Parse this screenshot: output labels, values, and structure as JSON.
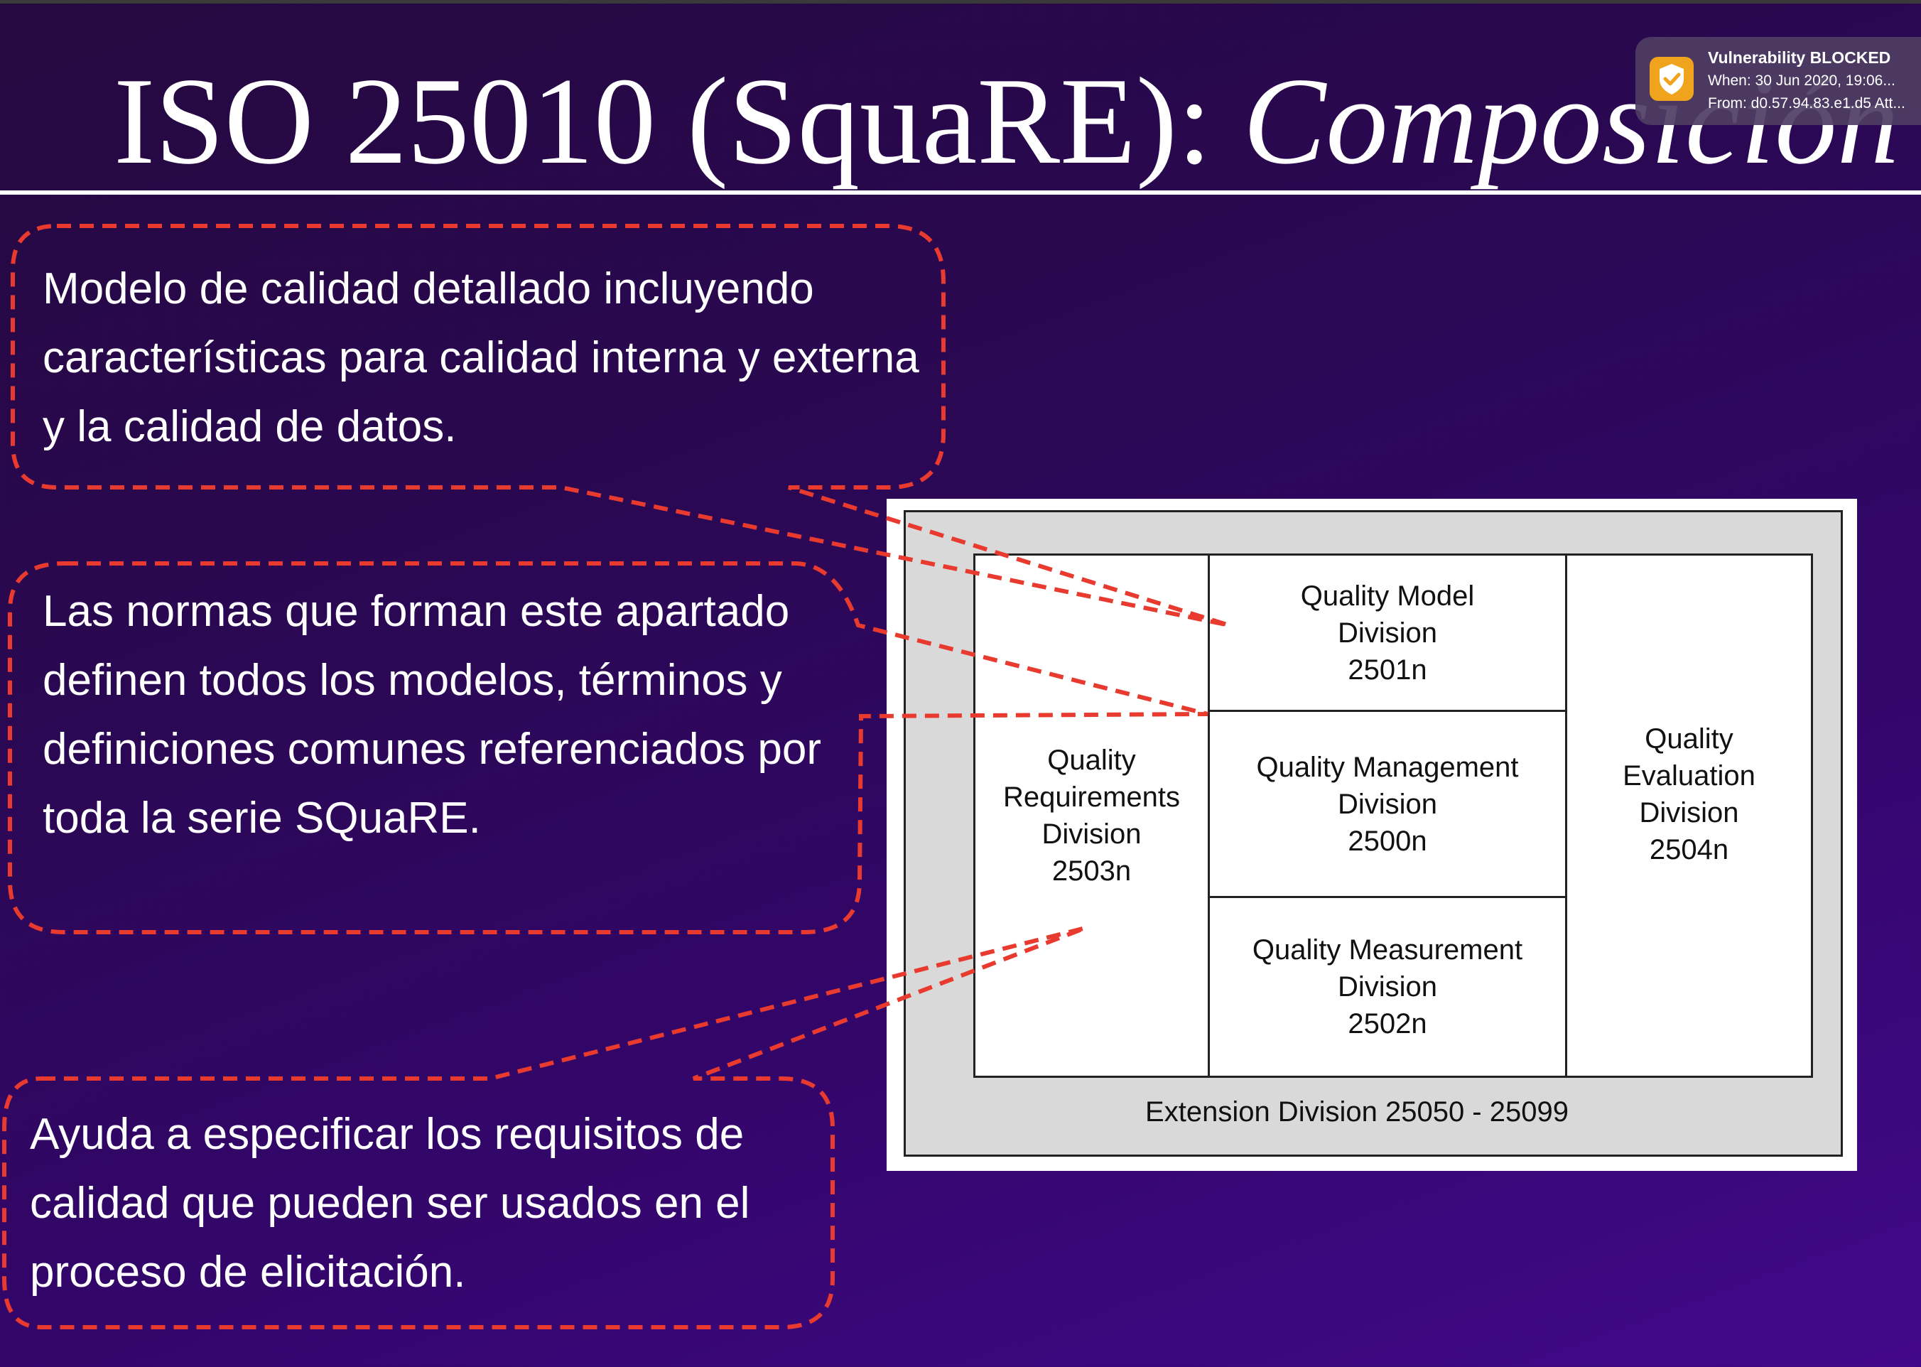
{
  "slide": {
    "title_main": "ISO 25010 (SquaRE): ",
    "title_italic": "Composición"
  },
  "notification": {
    "title": "Vulnerability BLOCKED",
    "when": "When: 30 Jun 2020, 19:06...",
    "from": "From: d0.57.94.83.e1.d5 Att...",
    "icon": "shield-check-icon",
    "icon_color": "#f0a41e"
  },
  "callouts": [
    {
      "text": "Modelo de calidad detallado incluyendo características para calidad interna y externa y la calidad de datos."
    },
    {
      "text": "Las normas que forman este apartado definen todos los modelos, términos y definiciones comunes referenciados por toda la serie SQuaRE."
    },
    {
      "text": "Ayuda a especificar los requisitos de calidad que pueden ser usados en el proceso de elicitación."
    }
  ],
  "diagram": {
    "requirements": "Quality\nRequirements\nDivision\n2503n",
    "model": "Quality Model\nDivision\n2501n",
    "management": "Quality Management\nDivision\n2500n",
    "measurement": "Quality Measurement\nDivision\n2502n",
    "evaluation": "Quality\nEvaluation\nDivision\n2504n",
    "extension": "Extension Division 25050 - 25099"
  },
  "colors": {
    "accent_dashed": "#e83a2e",
    "background": "#2a0852"
  }
}
